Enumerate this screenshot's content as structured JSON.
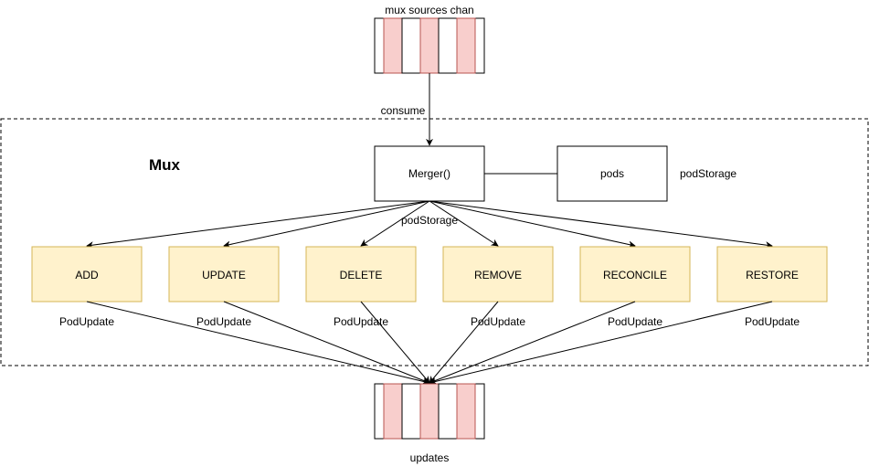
{
  "colors": {
    "stroke": "#000000",
    "queue_fill": "#f8cecc",
    "queue_stroke": "#b85450",
    "event_fill": "#fff2cc",
    "event_stroke": "#d6b656"
  },
  "source_queue": {
    "label": "mux sources chan"
  },
  "consume_label": "consume",
  "mux": {
    "title": "Mux"
  },
  "merger": {
    "label": "Merger()"
  },
  "pods": {
    "label": "pods",
    "side_label": "podStorage"
  },
  "merger_pods_edge_label": "podStorage",
  "events": [
    {
      "id": "add",
      "label": "ADD",
      "output_label": "PodUpdate"
    },
    {
      "id": "update",
      "label": "UPDATE",
      "output_label": "PodUpdate"
    },
    {
      "id": "delete",
      "label": "DELETE",
      "output_label": "PodUpdate"
    },
    {
      "id": "remove",
      "label": "REMOVE",
      "output_label": "PodUpdate"
    },
    {
      "id": "reconcile",
      "label": "RECONCILE",
      "output_label": "PodUpdate"
    },
    {
      "id": "restore",
      "label": "RESTORE",
      "output_label": "PodUpdate"
    }
  ],
  "updates_queue": {
    "label": "updates"
  }
}
